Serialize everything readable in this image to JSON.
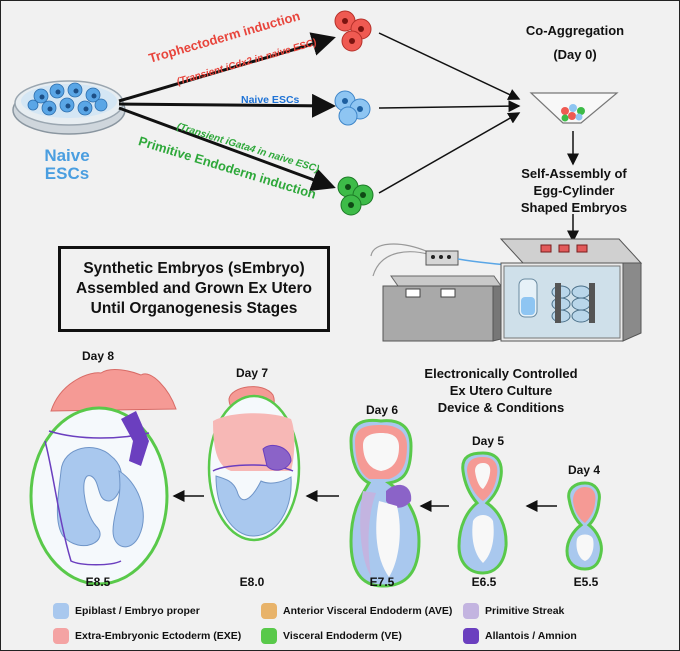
{
  "labels": {
    "naive_escs_dish": "Naive\nESCs",
    "trophectoderm_induction": "Trophectoderm induction",
    "transient_cdx2": "(Transient iCdx2 in naive ESC)",
    "naive_escs_arrow": "Naive ESCs",
    "transient_gata4": "(Transient iGata4 in naive ESC)",
    "primitive_endoderm_induction": "Primitive Endoderm induction",
    "co_aggregation": "Co-Aggregation",
    "day0": "(Day 0)",
    "self_assembly": [
      "Self-Assembly of",
      "Egg-Cylinder",
      "Shaped Embryos"
    ],
    "culture_device": [
      "Electronically Controlled",
      "Ex Utero Culture",
      "Device & Conditions"
    ]
  },
  "box_lines": [
    "Synthetic Embryos (sEmbryo)",
    "Assembled and Grown Ex Utero",
    "Until Organogenesis Stages"
  ],
  "stages": [
    {
      "day": "Day 4",
      "stage": "E5.5"
    },
    {
      "day": "Day 5",
      "stage": "E6.5"
    },
    {
      "day": "Day 6",
      "stage": "E7.5"
    },
    {
      "day": "Day 7",
      "stage": "E8.0"
    },
    {
      "day": "Day 8",
      "stage": "E8.5"
    }
  ],
  "legend": [
    {
      "label": "Epiblast / Embryo proper",
      "color": "#a9c8ee"
    },
    {
      "label": "Anterior Visceral Endoderm (AVE)",
      "color": "#e8b36a"
    },
    {
      "label": "Primitive Streak",
      "color": "#c3b4e0"
    },
    {
      "label": "Extra-Embryonic Ectoderm (EXE)",
      "color": "#f4a3a3"
    },
    {
      "label": "Visceral Endoderm (VE)",
      "color": "#59c94a"
    },
    {
      "label": "Allantois / Amnion",
      "color": "#6b3fbf"
    }
  ],
  "colors": {
    "naive_blue": "#4a9ee0",
    "red": "#e8453c",
    "green": "#2ea83a",
    "blue_text": "#1f73d6"
  }
}
